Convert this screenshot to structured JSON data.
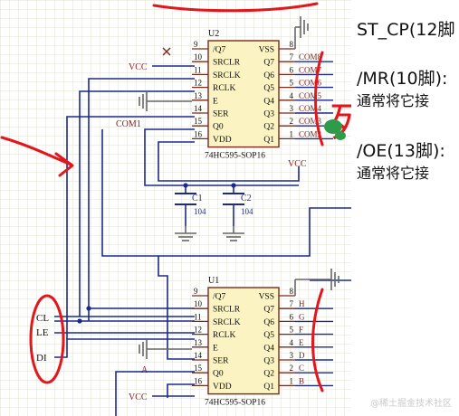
{
  "schematic": {
    "chips": [
      {
        "ref": "U2",
        "part": "74HC595-SOP16",
        "left_pins": [
          {
            "num": "9",
            "name": "/Q7"
          },
          {
            "num": "10",
            "name": "SRCLR"
          },
          {
            "num": "11",
            "name": "SRCLK"
          },
          {
            "num": "12",
            "name": "RCLK"
          },
          {
            "num": "13",
            "name": "E"
          },
          {
            "num": "14",
            "name": "SER"
          },
          {
            "num": "15",
            "name": "Q0"
          },
          {
            "num": "16",
            "name": "VDD"
          }
        ],
        "right_pins": [
          {
            "num": "8",
            "name": "VSS"
          },
          {
            "num": "7",
            "name": "Q7"
          },
          {
            "num": "6",
            "name": "Q6"
          },
          {
            "num": "5",
            "name": "Q5"
          },
          {
            "num": "4",
            "name": "Q4"
          },
          {
            "num": "3",
            "name": "Q3"
          },
          {
            "num": "2",
            "name": "Q2"
          },
          {
            "num": "1",
            "name": "Q1"
          }
        ],
        "right_nets": [
          "COM8",
          "COM7",
          "COM6",
          "COM5",
          "COM4",
          "COM3",
          "COM2"
        ],
        "bottom_net": "VCC"
      },
      {
        "ref": "U1",
        "part": "74HC595-SOP16",
        "left_pins": [
          {
            "num": "9",
            "name": "/Q7"
          },
          {
            "num": "10",
            "name": "SRCLR"
          },
          {
            "num": "11",
            "name": "SRCLK"
          },
          {
            "num": "12",
            "name": "RCLK"
          },
          {
            "num": "13",
            "name": "E"
          },
          {
            "num": "14",
            "name": "SER"
          },
          {
            "num": "15",
            "name": "Q0"
          },
          {
            "num": "16",
            "name": "VDD"
          }
        ],
        "right_pins": [
          {
            "num": "8",
            "name": "VSS"
          },
          {
            "num": "7",
            "name": "Q7"
          },
          {
            "num": "6",
            "name": "Q6"
          },
          {
            "num": "5",
            "name": "Q5"
          },
          {
            "num": "4",
            "name": "Q4"
          },
          {
            "num": "3",
            "name": "Q3"
          },
          {
            "num": "2",
            "name": "Q2"
          },
          {
            "num": "1",
            "name": "Q1"
          }
        ],
        "right_nets": [
          "H",
          "G",
          "F",
          "E",
          "D",
          "C",
          "B"
        ]
      }
    ],
    "vcc_label": "VCC",
    "com1_label": "COM1",
    "a_label": "A",
    "input_labels": [
      "CL",
      "LE",
      "DI"
    ],
    "capacitors": [
      {
        "ref": "C1",
        "value": "104"
      },
      {
        "ref": "C2",
        "value": "104"
      }
    ]
  },
  "annotations": {
    "red_upper": "列",
    "red_lower": "行8"
  },
  "notes": [
    {
      "text": "ST_CP(12脚",
      "style": "big"
    },
    {
      "text": "/MR(10脚):",
      "style": "big"
    },
    {
      "text": "通常将它接",
      "style": "cn"
    },
    {
      "text": "/OE(13脚):",
      "style": "big"
    },
    {
      "text": "通常将它接",
      "style": "cn"
    }
  ],
  "watermark": "@稀土掘金技术社区",
  "colors": {
    "wire": "#1b2a8c",
    "chip_fill": "#fbf3c2",
    "chip_stroke": "#7a2a1a",
    "net_label": "#8a1a1a",
    "grid": "#e2e2d4",
    "red_ink": "#e3161b",
    "ground": "#666666"
  }
}
